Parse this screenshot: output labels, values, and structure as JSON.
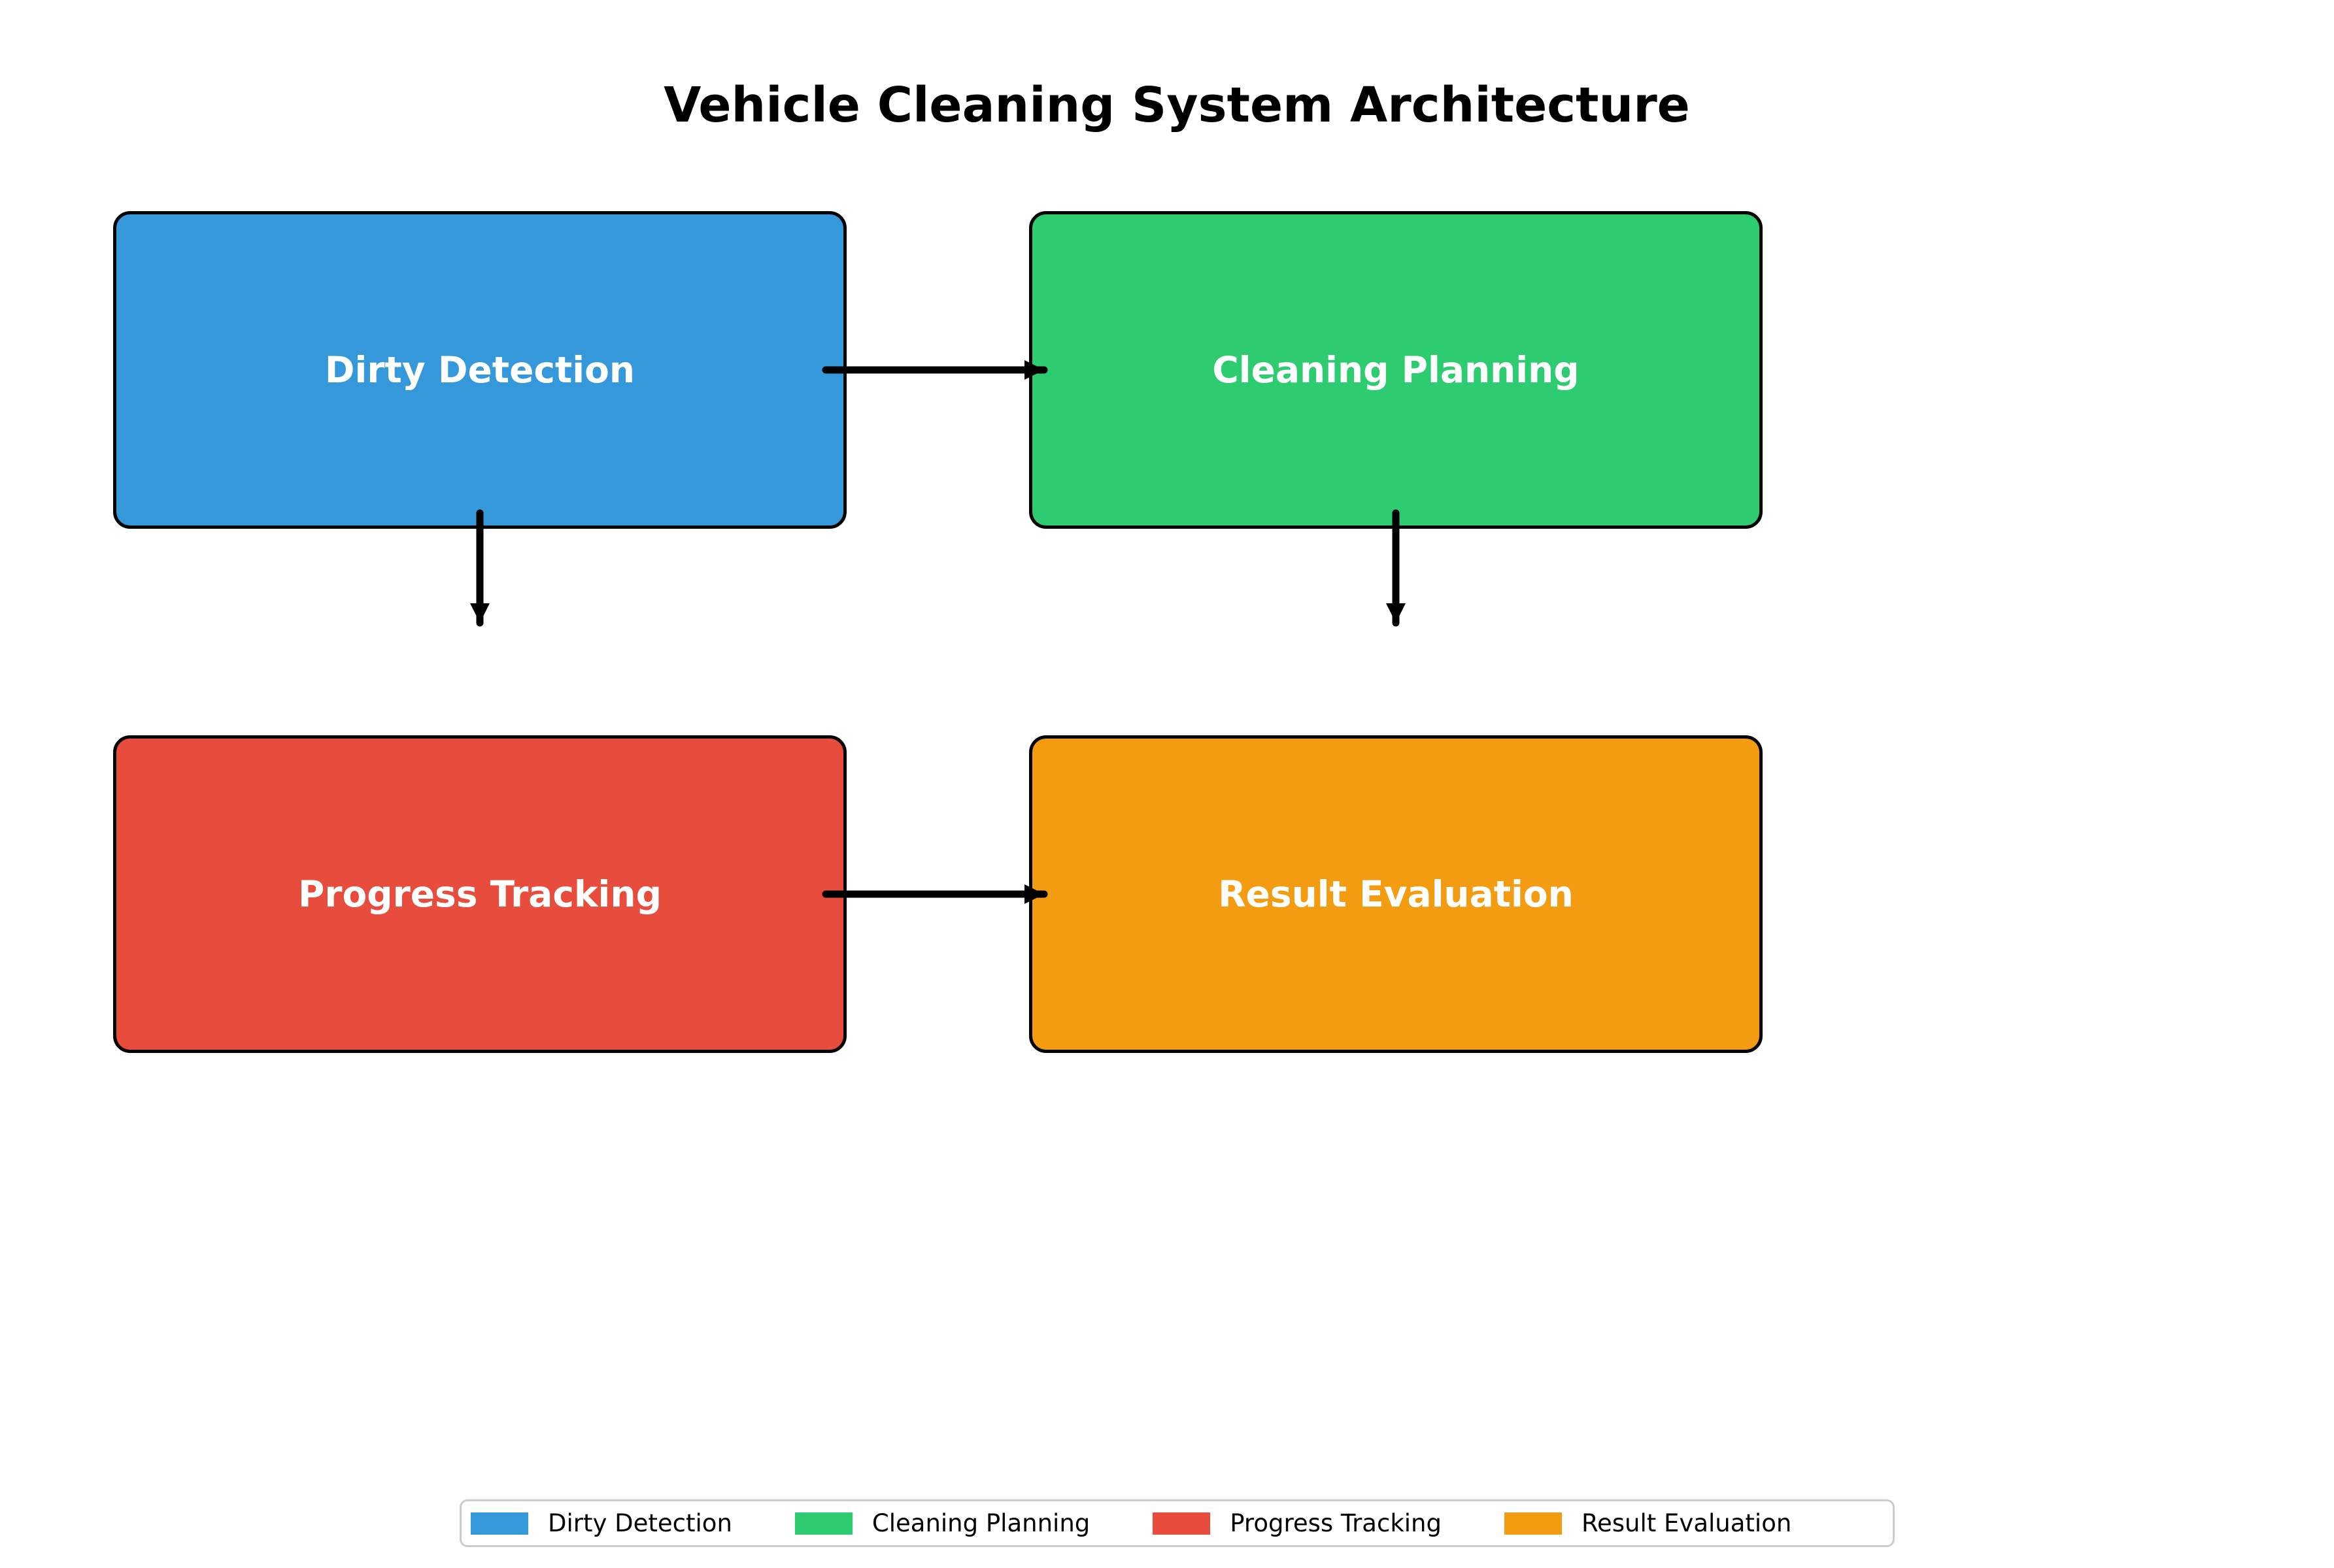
{
  "title": "Vehicle Cleaning System Architecture",
  "nodes": [
    {
      "id": "dirty-detection",
      "label": "Dirty Detection",
      "color": "#3498db",
      "text_color": "#ffffff"
    },
    {
      "id": "cleaning-planning",
      "label": "Cleaning Planning",
      "color": "#2ecc71",
      "text_color": "#ffffff"
    },
    {
      "id": "progress-tracking",
      "label": "Progress Tracking",
      "color": "#e74c3c",
      "text_color": "#ffffff"
    },
    {
      "id": "result-evaluation",
      "label": "Result Evaluation",
      "color": "#f39c12",
      "text_color": "#ffffff"
    }
  ],
  "edges": [
    {
      "from": "dirty-detection",
      "to": "cleaning-planning",
      "direction": "right"
    },
    {
      "from": "dirty-detection",
      "to": "progress-tracking",
      "direction": "down"
    },
    {
      "from": "cleaning-planning",
      "to": "result-evaluation",
      "direction": "down"
    },
    {
      "from": "progress-tracking",
      "to": "result-evaluation",
      "direction": "right"
    }
  ],
  "legend": {
    "items": [
      {
        "label": "Dirty Detection",
        "color": "#3498db"
      },
      {
        "label": "Cleaning Planning",
        "color": "#2ecc71"
      },
      {
        "label": "Progress Tracking",
        "color": "#e74c3c"
      },
      {
        "label": "Result Evaluation",
        "color": "#f39c12"
      }
    ]
  },
  "style": {
    "background": "#ffffff",
    "title_color": "#000000",
    "box_border_color": "#000000",
    "arrow_color": "#000000",
    "legend_border_color": "#cccccc"
  }
}
